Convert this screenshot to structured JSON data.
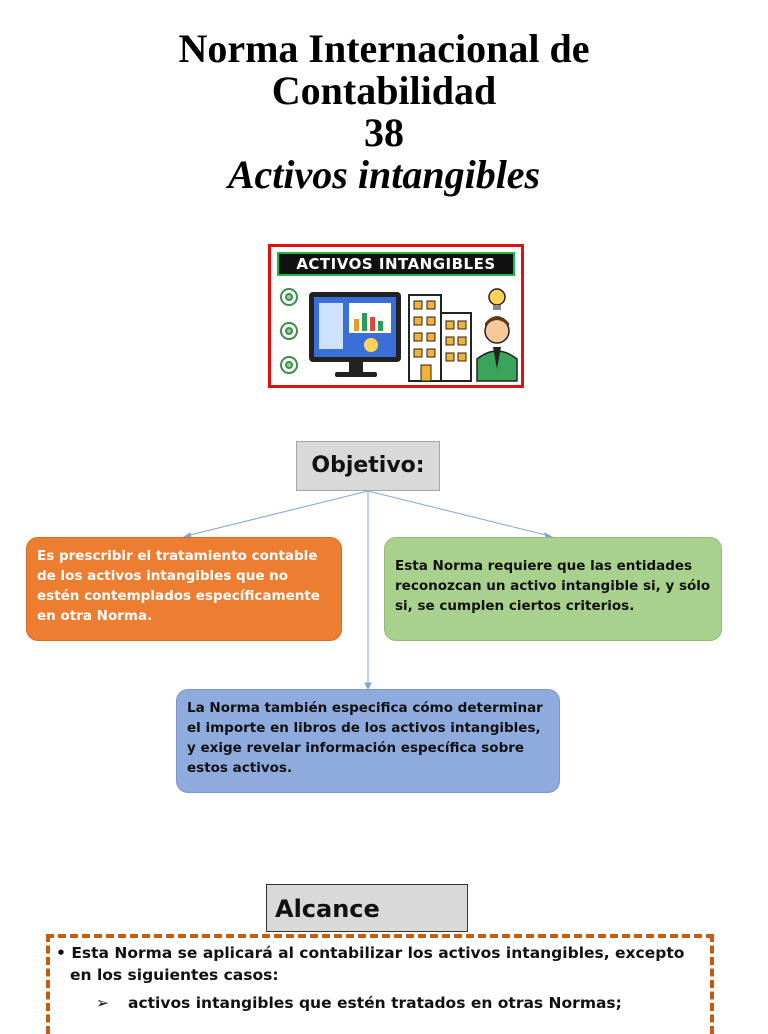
{
  "title": {
    "line1": "Norma Internacional de",
    "line2": "Contabilidad",
    "line3": "38",
    "subtitle": "Activos intangibles"
  },
  "illustration": {
    "banner": "ACTIVOS INTANGIBLES",
    "colors": {
      "frame": "#e01010",
      "banner_border": "#1fb84a"
    }
  },
  "objetivo": {
    "label": "Objetivo:",
    "boxes": {
      "orange": "Es prescribir el tratamiento contable de los activos intangibles que no estén contemplados específicamente en otra Norma.",
      "green": "Esta Norma requiere que las entidades reconozcan un activo intangible si, y sólo si, se cumplen ciertos criterios.",
      "blue": "La Norma también especifica cómo determinar el importe en libros de los activos intangibles, y exige revelar información específica sobre estos activos."
    },
    "colors": {
      "orange": "#ed7d31",
      "green": "#a9d18e",
      "blue": "#8faadc",
      "connector": "#7fa6d6"
    }
  },
  "alcance": {
    "label": "Alcance",
    "bullet": "•",
    "intro": "Esta Norma se aplicará al contabilizar los activos intangibles, excepto en los siguientes casos:",
    "arrow": "➢",
    "items": [
      "activos intangibles que estén tratados en otras Normas;"
    ],
    "colors": {
      "frame": "#c55a11"
    }
  }
}
